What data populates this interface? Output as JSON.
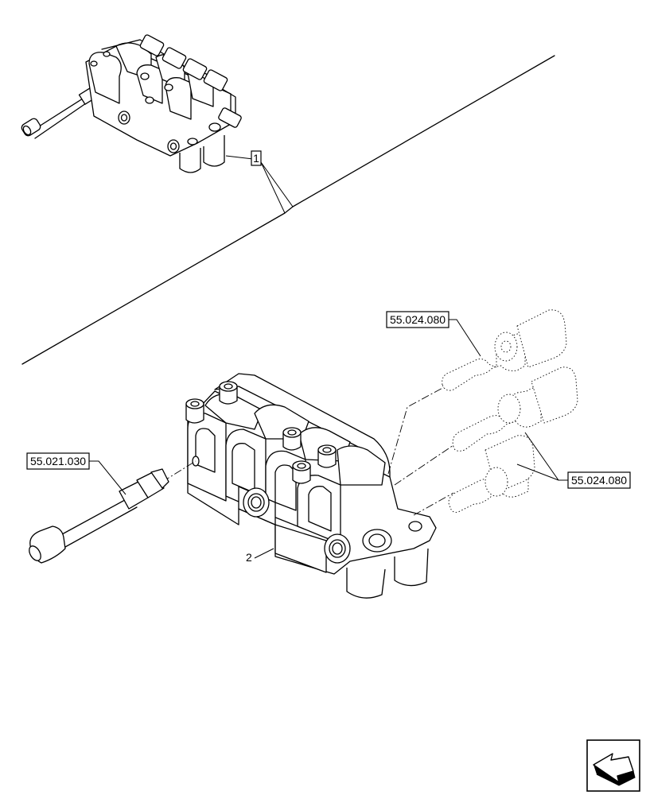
{
  "callouts": {
    "item_1": "1",
    "item_2": "2",
    "ref_solenoid_top": "55.024.080",
    "ref_solenoid_pair": "55.024.080",
    "ref_sensor": "55.021.030"
  },
  "icons": {
    "nav": "arrow-icon"
  }
}
